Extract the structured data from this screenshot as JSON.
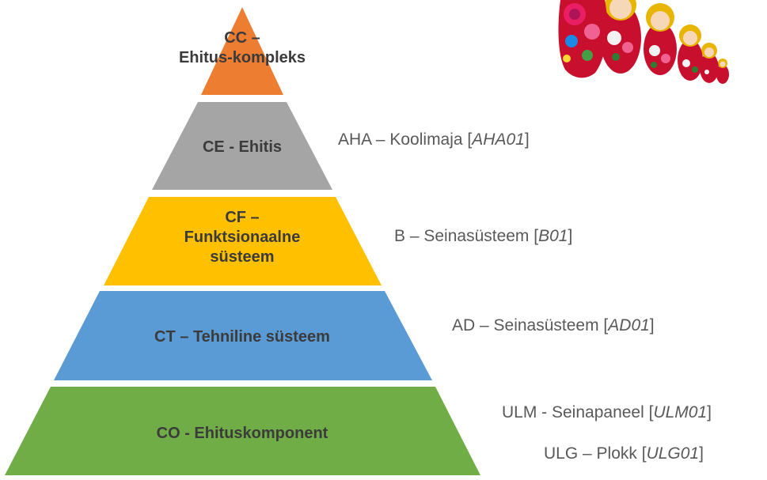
{
  "pyramid": {
    "levels": [
      {
        "id": "cc",
        "label_line1": "CC –",
        "label_line2": "Ehitus-kompleks",
        "color": "#ED7D31"
      },
      {
        "id": "ce",
        "label_line1": "CE - Ehitis",
        "color": "#A5A5A5"
      },
      {
        "id": "cf",
        "label_line1": "CF –",
        "label_line2": "Funktsionaalne",
        "label_line3": "süsteem",
        "color": "#FFC000"
      },
      {
        "id": "ct",
        "label_line1": "CT – Tehniline süsteem",
        "color": "#5B9BD5"
      },
      {
        "id": "co",
        "label_line1": "CO - Ehituskomponent",
        "color": "#70AD47"
      }
    ]
  },
  "examples": [
    {
      "prefix": "AHA – Koolimaja [",
      "code": "AHA01",
      "suffix": "]"
    },
    {
      "prefix": "B – Seinasüsteem [",
      "code": "B01",
      "suffix": "]"
    },
    {
      "prefix": "AD – Seinasüsteem [",
      "code": "AD01",
      "suffix": "]"
    },
    {
      "prefix": "ULM - Seinapaneel [",
      "code": "ULM01",
      "suffix": "]"
    },
    {
      "prefix": "ULG – Plokk [",
      "code": "ULG01",
      "suffix": "]"
    }
  ],
  "image": {
    "name": "matryoshka-dolls"
  }
}
